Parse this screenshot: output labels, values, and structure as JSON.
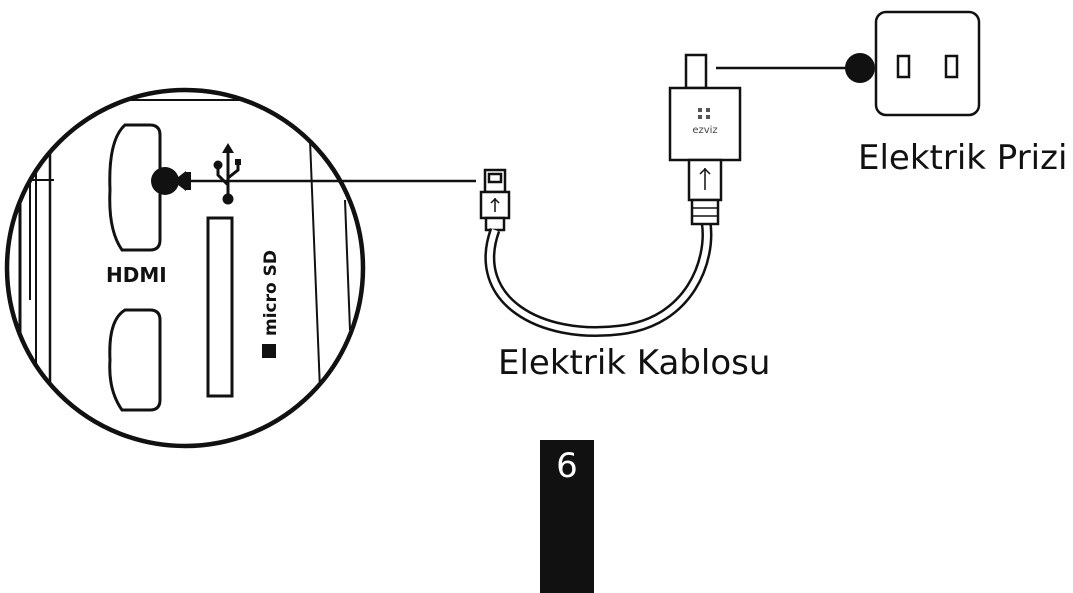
{
  "labels": {
    "power_outlet": "Elektrik Prizi",
    "power_cable": "Elektrik Kablosu",
    "hdmi": "HDMI",
    "micro_sd": "micro SD",
    "adapter_brand": "ezviz"
  },
  "page": {
    "number": "6"
  },
  "colors": {
    "ink": "#111111",
    "background": "#ffffff"
  },
  "icons": [
    "usb-icon",
    "arrow-left-icon",
    "power-outlet-icon",
    "power-adapter-icon",
    "micro-usb-plug-icon"
  ]
}
